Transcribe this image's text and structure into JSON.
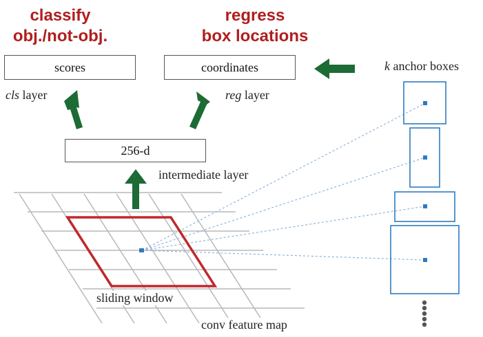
{
  "headers": {
    "classify_line1": "classify",
    "classify_line2": "obj./not-obj.",
    "regress_line1": "regress",
    "regress_line2": "box locations",
    "color": "#b01e1e"
  },
  "boxes": {
    "scores": "scores",
    "coordinates": "coordinates",
    "intermediate": "256-d"
  },
  "labels": {
    "cls_italic": "cls",
    "cls_rest": " layer",
    "reg_italic": "reg",
    "reg_rest": " layer",
    "intermediate_layer": "intermediate layer",
    "anchor_k": "k",
    "anchor_rest": " anchor boxes",
    "sliding_window": "sliding window",
    "conv_feature_map": "conv feature map"
  },
  "colors": {
    "arrow": "#1d6b35",
    "window": "#c0282d",
    "anchor": "#2e7bbf",
    "grid": "#b8b8b8"
  },
  "icons": {
    "arrows": "up-arrow-icon",
    "left_arrow": "left-arrow-icon",
    "ellipsis": "vertical-dots-icon"
  }
}
